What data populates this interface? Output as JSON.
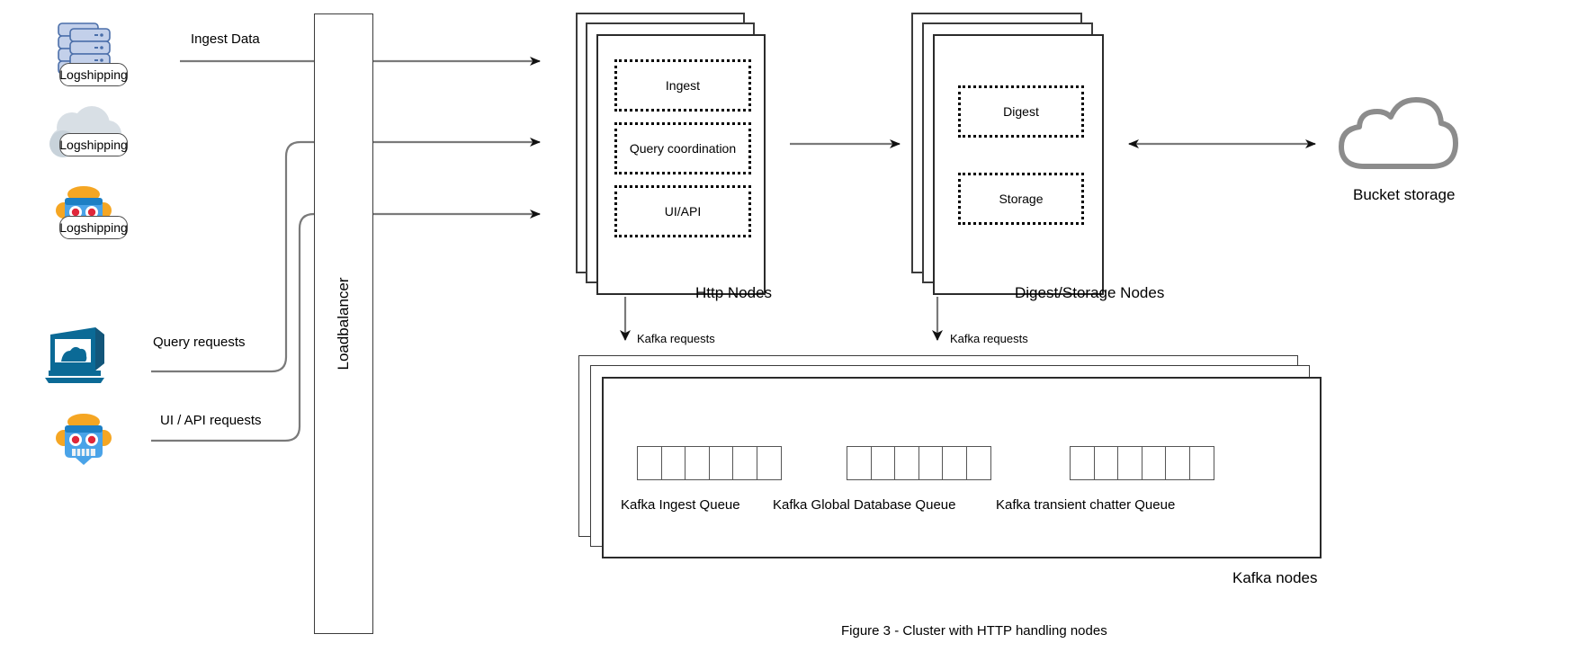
{
  "figure": {
    "caption": "Figure 3 - Cluster with HTTP handling nodes"
  },
  "sources": [
    {
      "icon": "server-stack-icon",
      "label": "Logshipping"
    },
    {
      "icon": "cloud-icon",
      "label": "Logshipping"
    },
    {
      "icon": "robot-icon",
      "label": "Logshipping"
    },
    {
      "icon": "monitor-icon",
      "label": ""
    },
    {
      "icon": "robot-icon",
      "label": ""
    }
  ],
  "flows": {
    "ingest_data": "Ingest Data",
    "query_requests": "Query requests",
    "ui_api_requests": "UI / API requests",
    "kafka_requests_http": "Kafka requests",
    "kafka_requests_digest": "Kafka requests"
  },
  "loadbalancer": {
    "label": "Loadbalancer"
  },
  "http_nodes": {
    "label": "Http Nodes",
    "components": [
      "Ingest",
      "Query coordination",
      "UI/API"
    ]
  },
  "digest_nodes": {
    "label": "Digest/Storage Nodes",
    "components": [
      "Digest",
      "Storage"
    ]
  },
  "bucket_storage": {
    "label": "Bucket storage"
  },
  "kafka": {
    "label": "Kafka nodes",
    "queues": [
      {
        "label": "Kafka Ingest Queue",
        "cells": 6
      },
      {
        "label": "Kafka Global Database Queue",
        "cells": 6
      },
      {
        "label": "Kafka transient chatter Queue",
        "cells": 6
      }
    ]
  },
  "colors": {
    "line": "#7a7a7a",
    "box_border": "#3b3b3b",
    "server_blue": "#aebfe0",
    "server_outline": "#4a6ea9",
    "cloud_gray": "#d8dfe5",
    "robot_blue": "#4aa3e8",
    "robot_orange": "#f5a623",
    "robot_eye": "#e0273a",
    "monitor_blue": "#0b6a96",
    "bucket_cloud": "#8c8c8c"
  }
}
